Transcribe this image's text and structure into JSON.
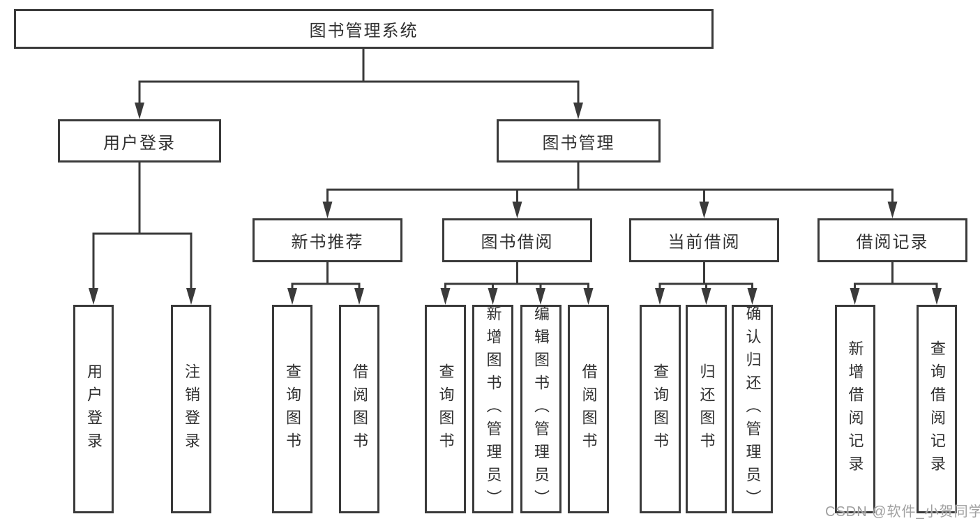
{
  "colors": {
    "line": "#3a3a3a",
    "text": "#303030",
    "watermark": "#a0a0a0",
    "background": "#ffffff"
  },
  "diagram": {
    "root": {
      "label": "图书管理系统"
    },
    "level1": [
      {
        "id": "user-login",
        "label": "用户登录"
      },
      {
        "id": "book-management",
        "label": "图书管理"
      }
    ],
    "level2": [
      {
        "id": "new-book-recommend",
        "label": "新书推荐"
      },
      {
        "id": "book-borrow",
        "label": "图书借阅"
      },
      {
        "id": "current-borrow",
        "label": "当前借阅"
      },
      {
        "id": "borrow-record",
        "label": "借阅记录"
      }
    ],
    "leaves": [
      {
        "parent": "user-login",
        "label": "用户登录"
      },
      {
        "parent": "user-login",
        "label": "注销登录"
      },
      {
        "parent": "new-book-recommend",
        "label": "查询图书"
      },
      {
        "parent": "new-book-recommend",
        "label": "借阅图书"
      },
      {
        "parent": "book-borrow",
        "label": "查询图书"
      },
      {
        "parent": "book-borrow",
        "label": "新增图书（管理员）"
      },
      {
        "parent": "book-borrow",
        "label": "编辑图书（管理员）"
      },
      {
        "parent": "book-borrow",
        "label": "借阅图书"
      },
      {
        "parent": "current-borrow",
        "label": "查询图书"
      },
      {
        "parent": "current-borrow",
        "label": "归还图书"
      },
      {
        "parent": "current-borrow",
        "label": "确认归还（管理员）"
      },
      {
        "parent": "borrow-record",
        "label": "新增借阅记录"
      },
      {
        "parent": "borrow-record",
        "label": "查询借阅记录"
      }
    ]
  },
  "watermark": {
    "text": "CSDN @软件_小贺同学"
  }
}
